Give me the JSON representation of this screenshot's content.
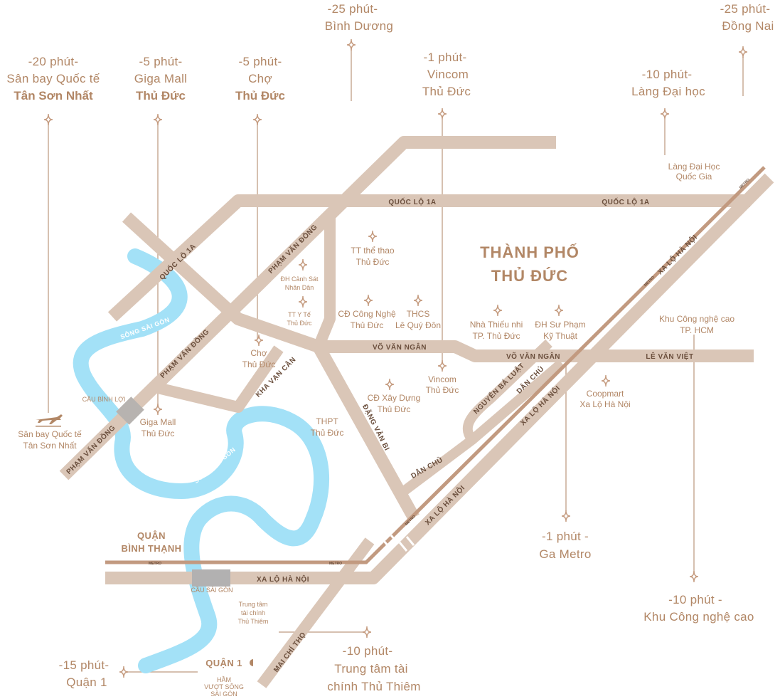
{
  "district": {
    "line1": "THÀNH PHỐ",
    "line2": "THỦ ĐỨC"
  },
  "roads": {
    "ql1a_left": "QUỐC LỘ 1A",
    "ql1a_right": "QUỐC LỘ 1A",
    "ql1a_diag": "QUỐC LỘ 1A",
    "pvd_1": "PHẠM VĂN ĐỒNG",
    "pvd_2": "PHẠM VĂN ĐỒNG",
    "pvd_3": "PHẠM VĂN ĐỒNG",
    "kha_van_can": "KHA VẠN CÂN",
    "vo_van_ngan_1": "VÕ VĂN NGÂN",
    "vo_van_ngan_2": "VÕ VĂN NGÂN",
    "le_van_viet": "LÊ VĂN VIỆT",
    "dang_van_bi": "ĐẶNG VĂN BI",
    "nguyen_ba_luat": "NGUYỄN BÁ LUẬT",
    "dan_chu_1": "DÂN CHỦ",
    "dan_chu_2": "DÂN CHỦ",
    "xa_lo_ha_noi_1": "XA LỘ HÀ NỘI",
    "xa_lo_ha_noi_2": "XA LỘ HÀ NỘI",
    "xa_lo_ha_noi_3": "XA LỘ HÀ NỘI",
    "xa_lo_ha_noi_4": "XA LỘ HÀ NỘI",
    "mai_chi_tho": "MAI CHÍ THỌ",
    "metro_1": "METRO",
    "metro_2": "METRO",
    "metro_3": "METRO",
    "metro_4": "METRO",
    "metro_5": "METRO"
  },
  "rivers": {
    "sai_gon_1": "SÔNG SÀI GÒN",
    "sai_gon_2": "SÔNG SÀI GÒN"
  },
  "places": {
    "cau_binh_loi": "CẦU BÌNH LỢI",
    "cau_sai_gon": "CẦU SÀI GÒN",
    "quan_binh_thanh_1": "QUẬN",
    "quan_binh_thanh_2": "BÌNH THẠNH",
    "quan_1": "QUẬN 1",
    "ham_1": "HẦM",
    "ham_2": "VƯỢT SÔNG",
    "ham_3": "SÀI GÒN"
  },
  "pois": {
    "tt_the_thao": [
      "TT thể thao",
      "Thủ Đức"
    ],
    "dh_canh_sat": [
      "ĐH Cảnh Sát",
      "Nhân Dân"
    ],
    "tt_y_te": [
      "TT Y Tế",
      "Thủ Đức"
    ],
    "cd_cong_nghe": [
      "CĐ Công Nghệ",
      "Thủ Đức"
    ],
    "thcs": [
      "THCS",
      "Lê Quý Đôn"
    ],
    "nha_thieu_nhi": [
      "Nhà Thiếu nhi",
      "TP. Thủ Đức"
    ],
    "dh_su_pham": [
      "ĐH Sư Phạm",
      "Kỹ Thuật"
    ],
    "khu_cnc": [
      "Khu Công nghệ cao",
      "TP. HCM"
    ],
    "lang_dh": [
      "Làng Đại Học",
      "Quốc Gia"
    ],
    "vincom": [
      "Vincom",
      "Thủ Đức"
    ],
    "cho": [
      "Chợ",
      "Thủ Đức"
    ],
    "cd_xay_dung": [
      "CĐ Xây Dựng",
      "Thủ Đức"
    ],
    "coopmart": [
      "Coopmart",
      "Xa Lộ Hà Nội"
    ],
    "thpt": [
      "THPT",
      "Thủ Đức"
    ],
    "giga_mall": [
      "Giga Mall",
      "Thủ Đức"
    ],
    "san_bay": [
      "Sân bay Quốc tế",
      "Tân Sơn Nhất"
    ],
    "tt_tai_chinh": [
      "Trung tâm",
      "tài chính",
      "Thủ Thiêm"
    ]
  },
  "callouts": {
    "san_bay": [
      "-20 phút-",
      "Sân bay Quốc tế",
      "Tân Sơn Nhất"
    ],
    "giga_mall": [
      "-5 phút-",
      "Giga Mall",
      "Thủ Đức"
    ],
    "cho": [
      "-5 phút-",
      "Chợ",
      "Thủ Đức"
    ],
    "binh_duong": [
      "-25 phút-",
      "Bình Dương"
    ],
    "vincom": [
      "-1 phút-",
      "Vincom",
      "Thủ Đức"
    ],
    "lang_dh": [
      "-10 phút-",
      "Làng Đại học"
    ],
    "dong_nai": [
      "-25 phút-",
      "Đồng Nai"
    ],
    "ga_metro": [
      "-1 phút -",
      "Ga Metro"
    ],
    "khu_cnc": [
      "-10 phút -",
      "Khu Công nghệ cao"
    ],
    "thu_thiem": [
      "-10 phút-",
      "Trung tâm tài",
      "chính Thủ Thiêm"
    ],
    "quan_1": [
      "-15 phút-",
      "Quận 1"
    ]
  },
  "icons": {
    "airport": "airplane-icon",
    "marker": "diamond-marker-icon"
  },
  "colors": {
    "road": "#dac6b7",
    "river": "#a3e1f7",
    "metro": "#c29a80",
    "text": "#b28766",
    "road_text": "#6a4e3c"
  }
}
